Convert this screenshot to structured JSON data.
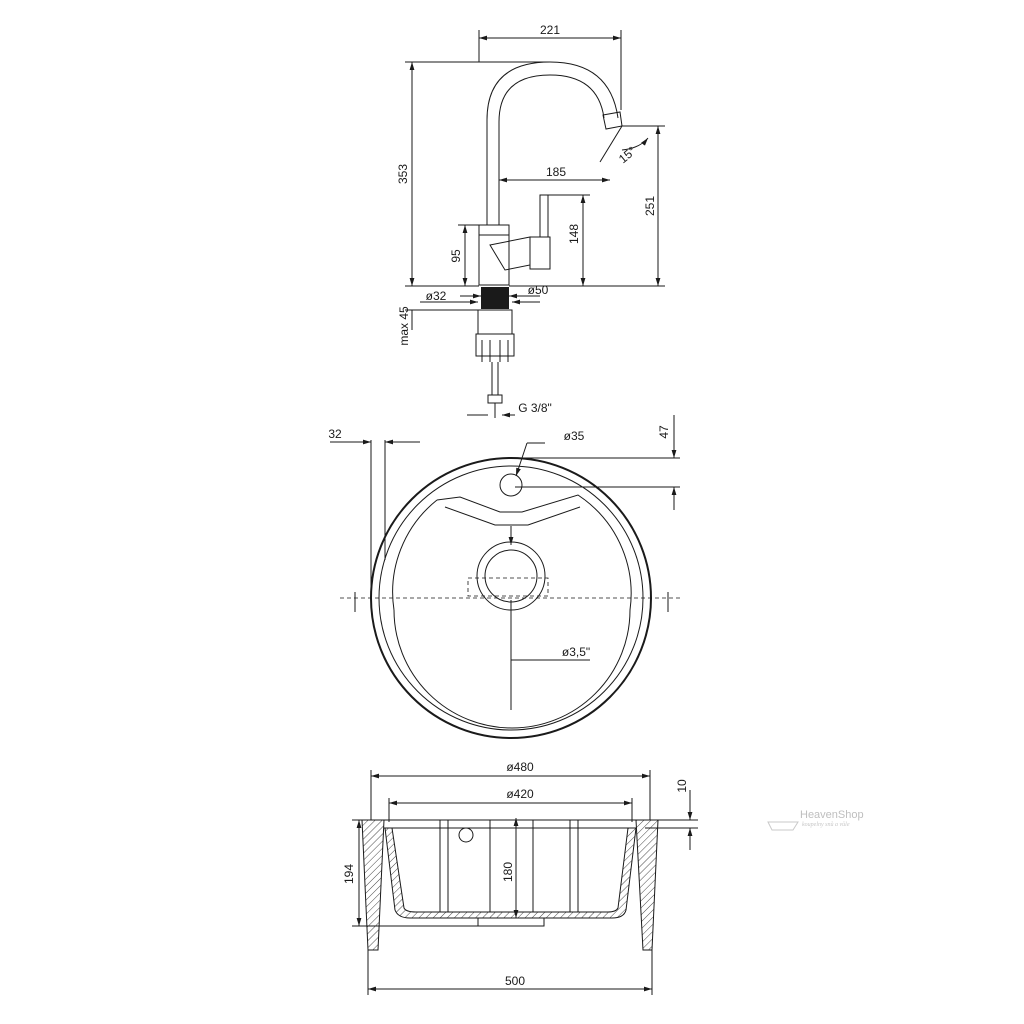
{
  "faucet": {
    "reach": "221",
    "height": "353",
    "spout_angle": "15°",
    "spout_reach": "185",
    "outlet_height": "251",
    "handle_height": "148",
    "body_height": "95",
    "shank_diameter": "ø32",
    "base_diameter": "ø50",
    "max_deck": "max 45",
    "hose_thread": "G 3/8\""
  },
  "sink_top": {
    "rim_offset": "32",
    "tap_hole": "ø35",
    "tap_hole_offset": "47",
    "drain": "ø3,5\""
  },
  "sink_section": {
    "outer_diameter": "ø480",
    "inner_diameter": "ø420",
    "rim_thickness": "10",
    "total_height": "194",
    "bowl_depth": "180",
    "cutout_width": "500"
  },
  "watermark": {
    "title": "HeavenShop",
    "subtitle": "koupelny snů a vůle"
  }
}
